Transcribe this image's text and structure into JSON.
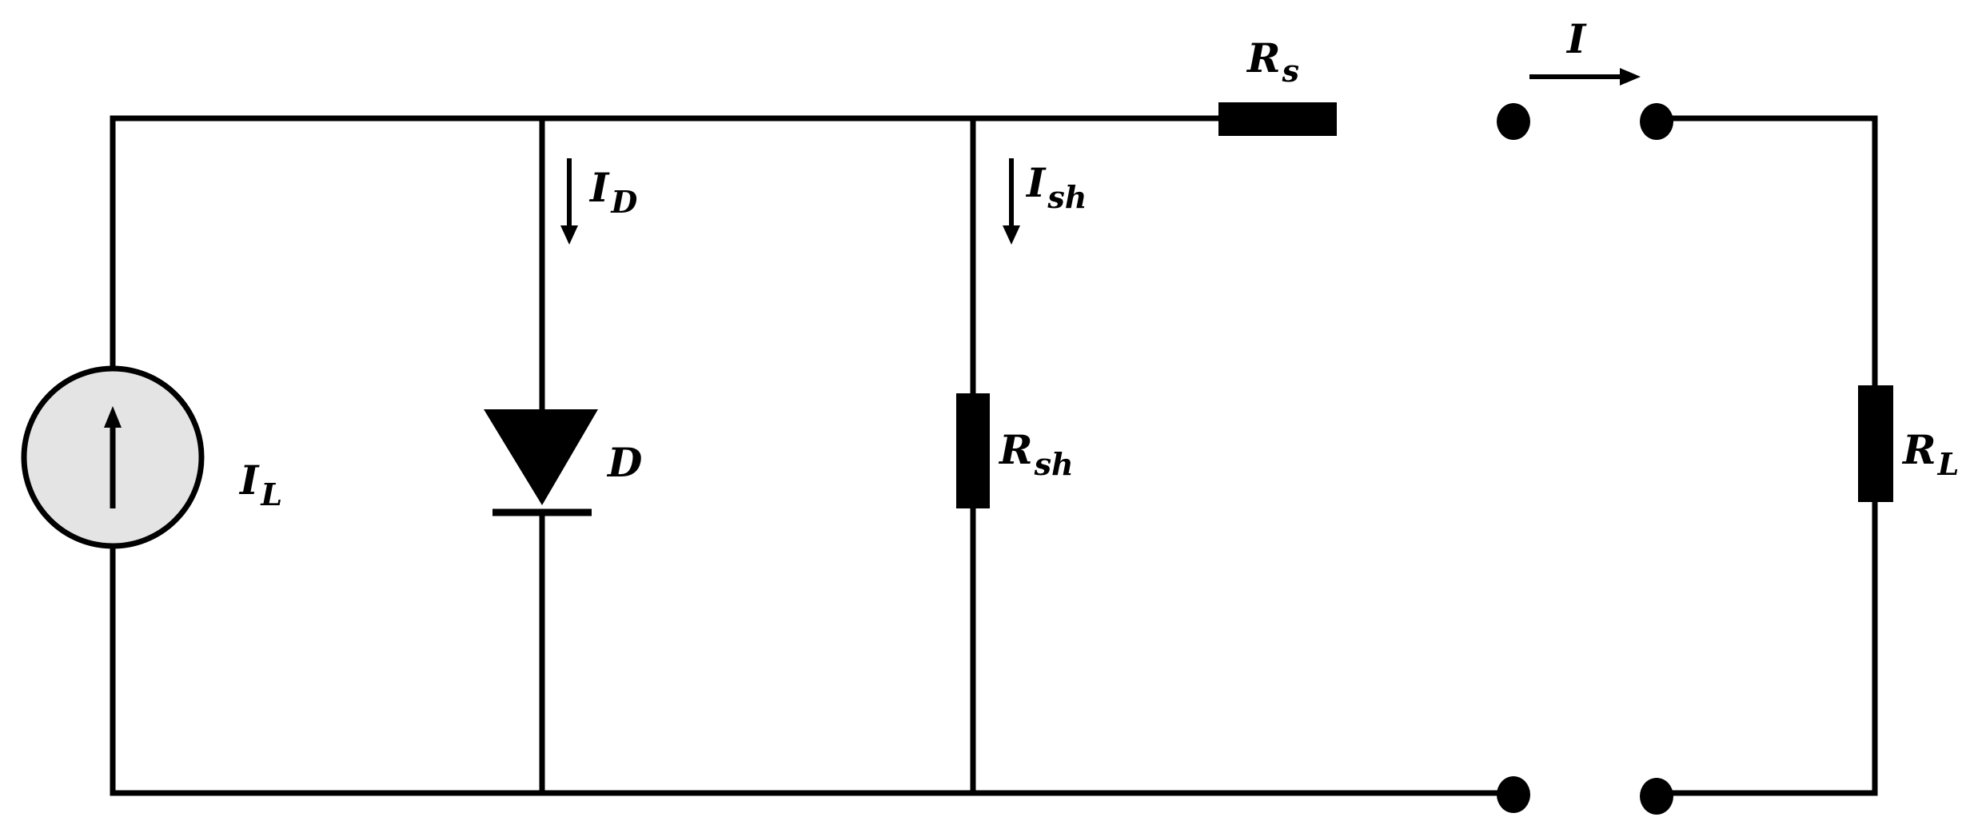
{
  "labels": {
    "current_source": {
      "main": "I",
      "sub": "L"
    },
    "diode_current": {
      "main": "I",
      "sub": "D"
    },
    "diode": {
      "main": "D"
    },
    "shunt_current": {
      "main": "I",
      "sub": "sh"
    },
    "shunt_resistor": {
      "main": "R",
      "sub": "sh"
    },
    "series_resistor": {
      "main": "R",
      "sub": "s"
    },
    "output_current": {
      "main": "I"
    },
    "load_resistor": {
      "main": "R",
      "sub": "L"
    }
  },
  "colors": {
    "line": "#000000",
    "source_fill": "#e4e4e4",
    "background": "#ffffff"
  }
}
